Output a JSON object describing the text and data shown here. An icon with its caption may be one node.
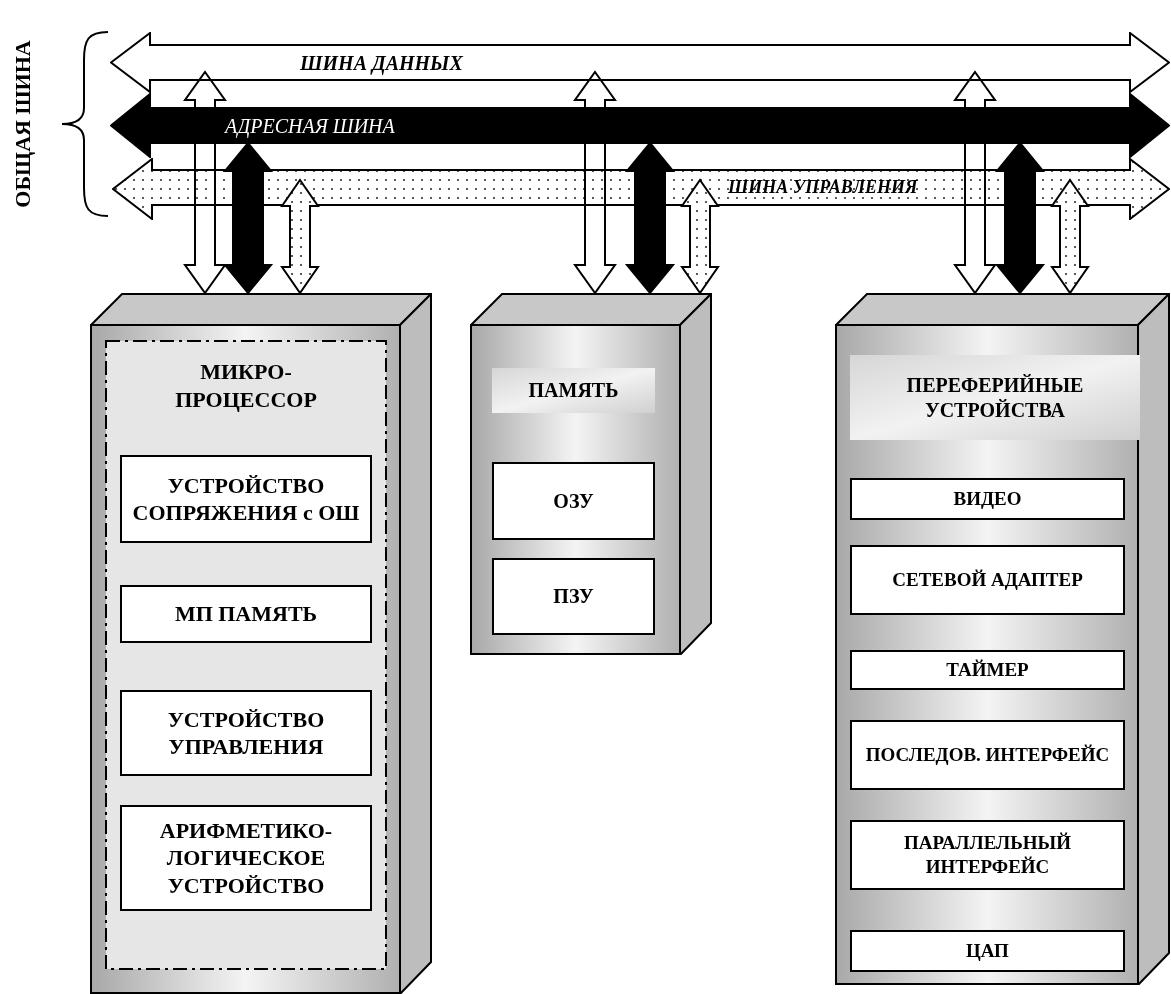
{
  "diagram": {
    "nodes": [
      {
        "text": [
          "ШИНА ДАННЫХ"
        ]
      },
      {
        "text": [
          "АДРЕСНАЯ ШИНА"
        ]
      },
      {
        "text": [
          "ШИНА УПРАВЛЕНИЯ"
        ]
      },
      {
        "text": [],
        "shape": "box"
      },
      {
        "text": [
          "МИКРО- ПРОЦЕССОР"
        ],
        "in": 3
      },
      {
        "text": [
          "УСТРОЙСТВО СОПРЯЖЕНИЯ с ОШ"
        ],
        "in": 4
      },
      {
        "text": [
          "МП ПАМЯТЬ"
        ],
        "in": 4
      },
      {
        "text": [
          "УСТРОЙСТВО УПРАВЛЕНИЯ"
        ],
        "in": 4
      },
      {
        "text": [
          "АРИФМЕТИКО- ЛОГИЧЕСКОЕ УСТРОЙСТВО"
        ],
        "in": 4
      },
      {
        "text": [
          "ПАМЯТЬ"
        ]
      },
      {
        "text": [
          "ОЗУ"
        ],
        "in": 9
      },
      {
        "text": [
          "ПЗУ"
        ],
        "in": 9
      },
      {
        "text": [
          "ПЕРЕФЕРИЙНЫЕ УСТРОЙСТВА"
        ]
      },
      {
        "text": [
          "ВИДЕО"
        ],
        "in": 12
      },
      {
        "text": [
          "СЕТЕВОЙ АДАПТЕР"
        ],
        "in": 12
      },
      {
        "text": [
          "ТАЙМЕР"
        ],
        "in": 12
      },
      {
        "text": [
          "ПОСЛЕДОВ. ИНТЕРФЕЙС"
        ],
        "in": 12
      },
      {
        "text": [
          "ПАРАЛЛЕЛЬНЫЙ ИНТЕРФЕЙС"
        ],
        "in": 12
      },
      {
        "text": [
          "ЦАП"
        ],
        "in": 12
      }
    ],
    "edges": [
      {
        "from": 0,
        "to": 3,
        "arrow": "both"
      },
      {
        "from": 1,
        "to": 3,
        "arrow": "both",
        "style": "thick"
      },
      {
        "from": 2,
        "to": 3,
        "arrow": "both"
      },
      {
        "from": 0,
        "to": 9,
        "arrow": "both"
      },
      {
        "from": 1,
        "to": 9,
        "arrow": "both",
        "style": "thick"
      },
      {
        "from": 2,
        "to": 9,
        "arrow": "both"
      },
      {
        "from": 0,
        "to": 12,
        "arrow": "both"
      },
      {
        "from": 1,
        "to": 12,
        "arrow": "both",
        "style": "thick"
      },
      {
        "from": 2,
        "to": 12,
        "arrow": "both"
      }
    ],
    "labels": [
      "ОБЩАЯ ШИНА"
    ]
  }
}
